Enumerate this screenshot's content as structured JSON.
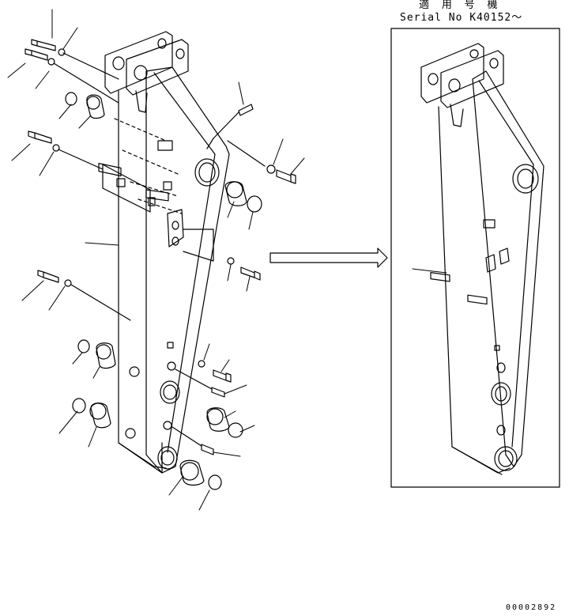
{
  "header": {
    "applicable_label": "適 用 号 機",
    "serial_label": "Serial No K40152〜"
  },
  "footer": {
    "drawing_number": "00002892"
  },
  "colors": {
    "ink": "#000000",
    "background": "#ffffff"
  },
  "arrow": {
    "direction": "right"
  }
}
